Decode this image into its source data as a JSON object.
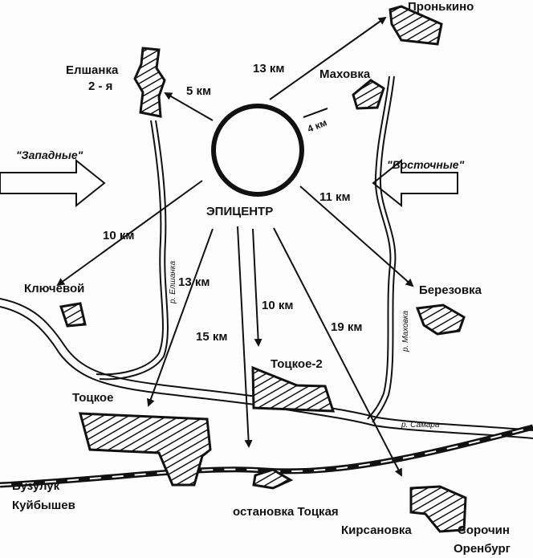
{
  "epicenter": "ЭПИЦЕНТР",
  "villages": {
    "pronkino": "Пронькино",
    "makhovka": "Маховка",
    "elshanka": "Елшанка",
    "elshanka_suffix": "2 - я",
    "klyuchevoy": "Ключевой",
    "berezovka": "Березовка",
    "totskoe2": "Тоцкое-2",
    "totskoe": "Тоцкое",
    "station": "остановка Тоцкая",
    "kirsanovka": "Кирсановка"
  },
  "directions": {
    "west1": "Бузулук",
    "west2": "Куйбышев",
    "east1": "Сорочин",
    "east2": "Оренбург"
  },
  "forces": {
    "west": "\"Западные\"",
    "east": "\"Восточные\""
  },
  "rivers": {
    "elshanka": "р. Елшанка",
    "makhovka": "р. Маховка",
    "samara": "р. Самара"
  },
  "distances": {
    "elshanka": "5 км",
    "pronkino": "13 км",
    "makhovka": "4 км",
    "berezovka": "11 км",
    "klyuchevoy": "10 км",
    "totskoe": "13 км",
    "station": "15 км",
    "totskoe2": "10 км",
    "kirsanovka": "19 км"
  }
}
